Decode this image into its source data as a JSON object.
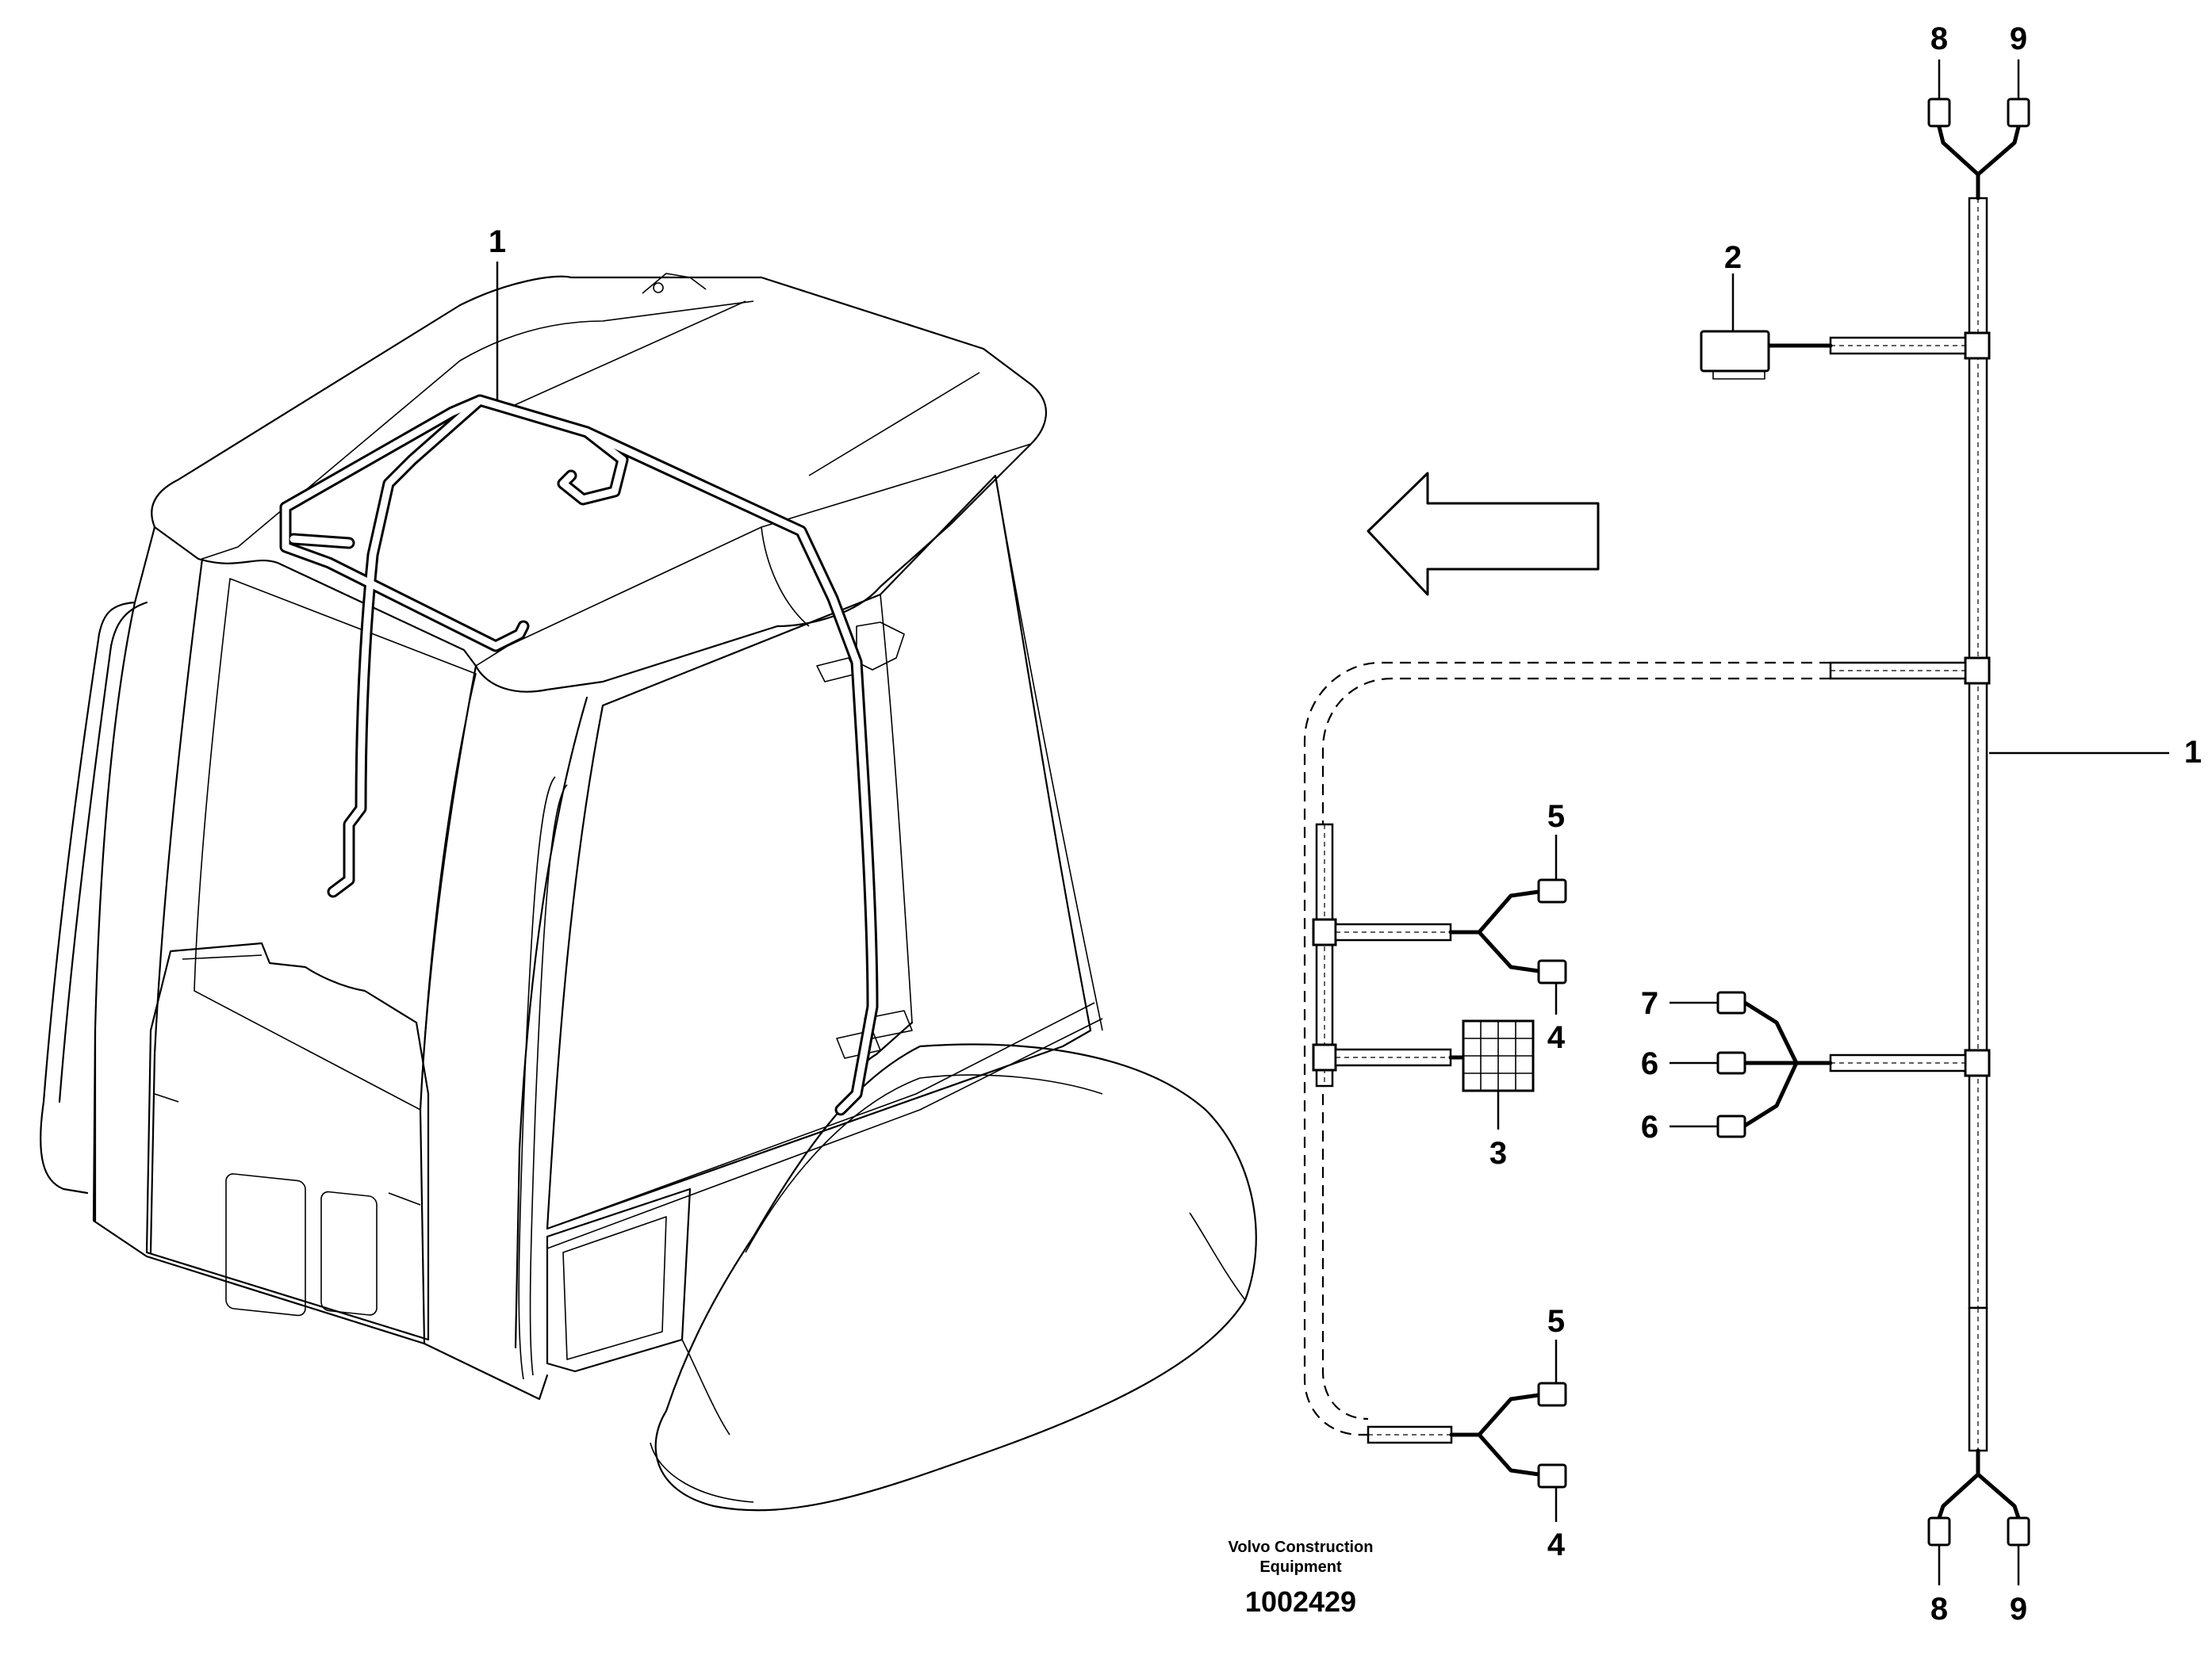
{
  "callouts": {
    "cab_harness": "1",
    "harness": "1",
    "relay": "2",
    "fuse_block": "3",
    "front_lower_4": "4",
    "front_upper_5": "5",
    "rear_lower_4": "4",
    "rear_upper_5": "5",
    "branch_6a": "6",
    "branch_6b": "6",
    "branch_7": "7",
    "top_8": "8",
    "top_9": "9",
    "bottom_8": "8",
    "bottom_9": "9"
  },
  "caption": {
    "manufacturer_line1": "Volvo Construction",
    "manufacturer_line2": "Equipment",
    "drawing_number": "1002429"
  },
  "icons": {
    "direction_arrow": "arrow-left-icon"
  }
}
